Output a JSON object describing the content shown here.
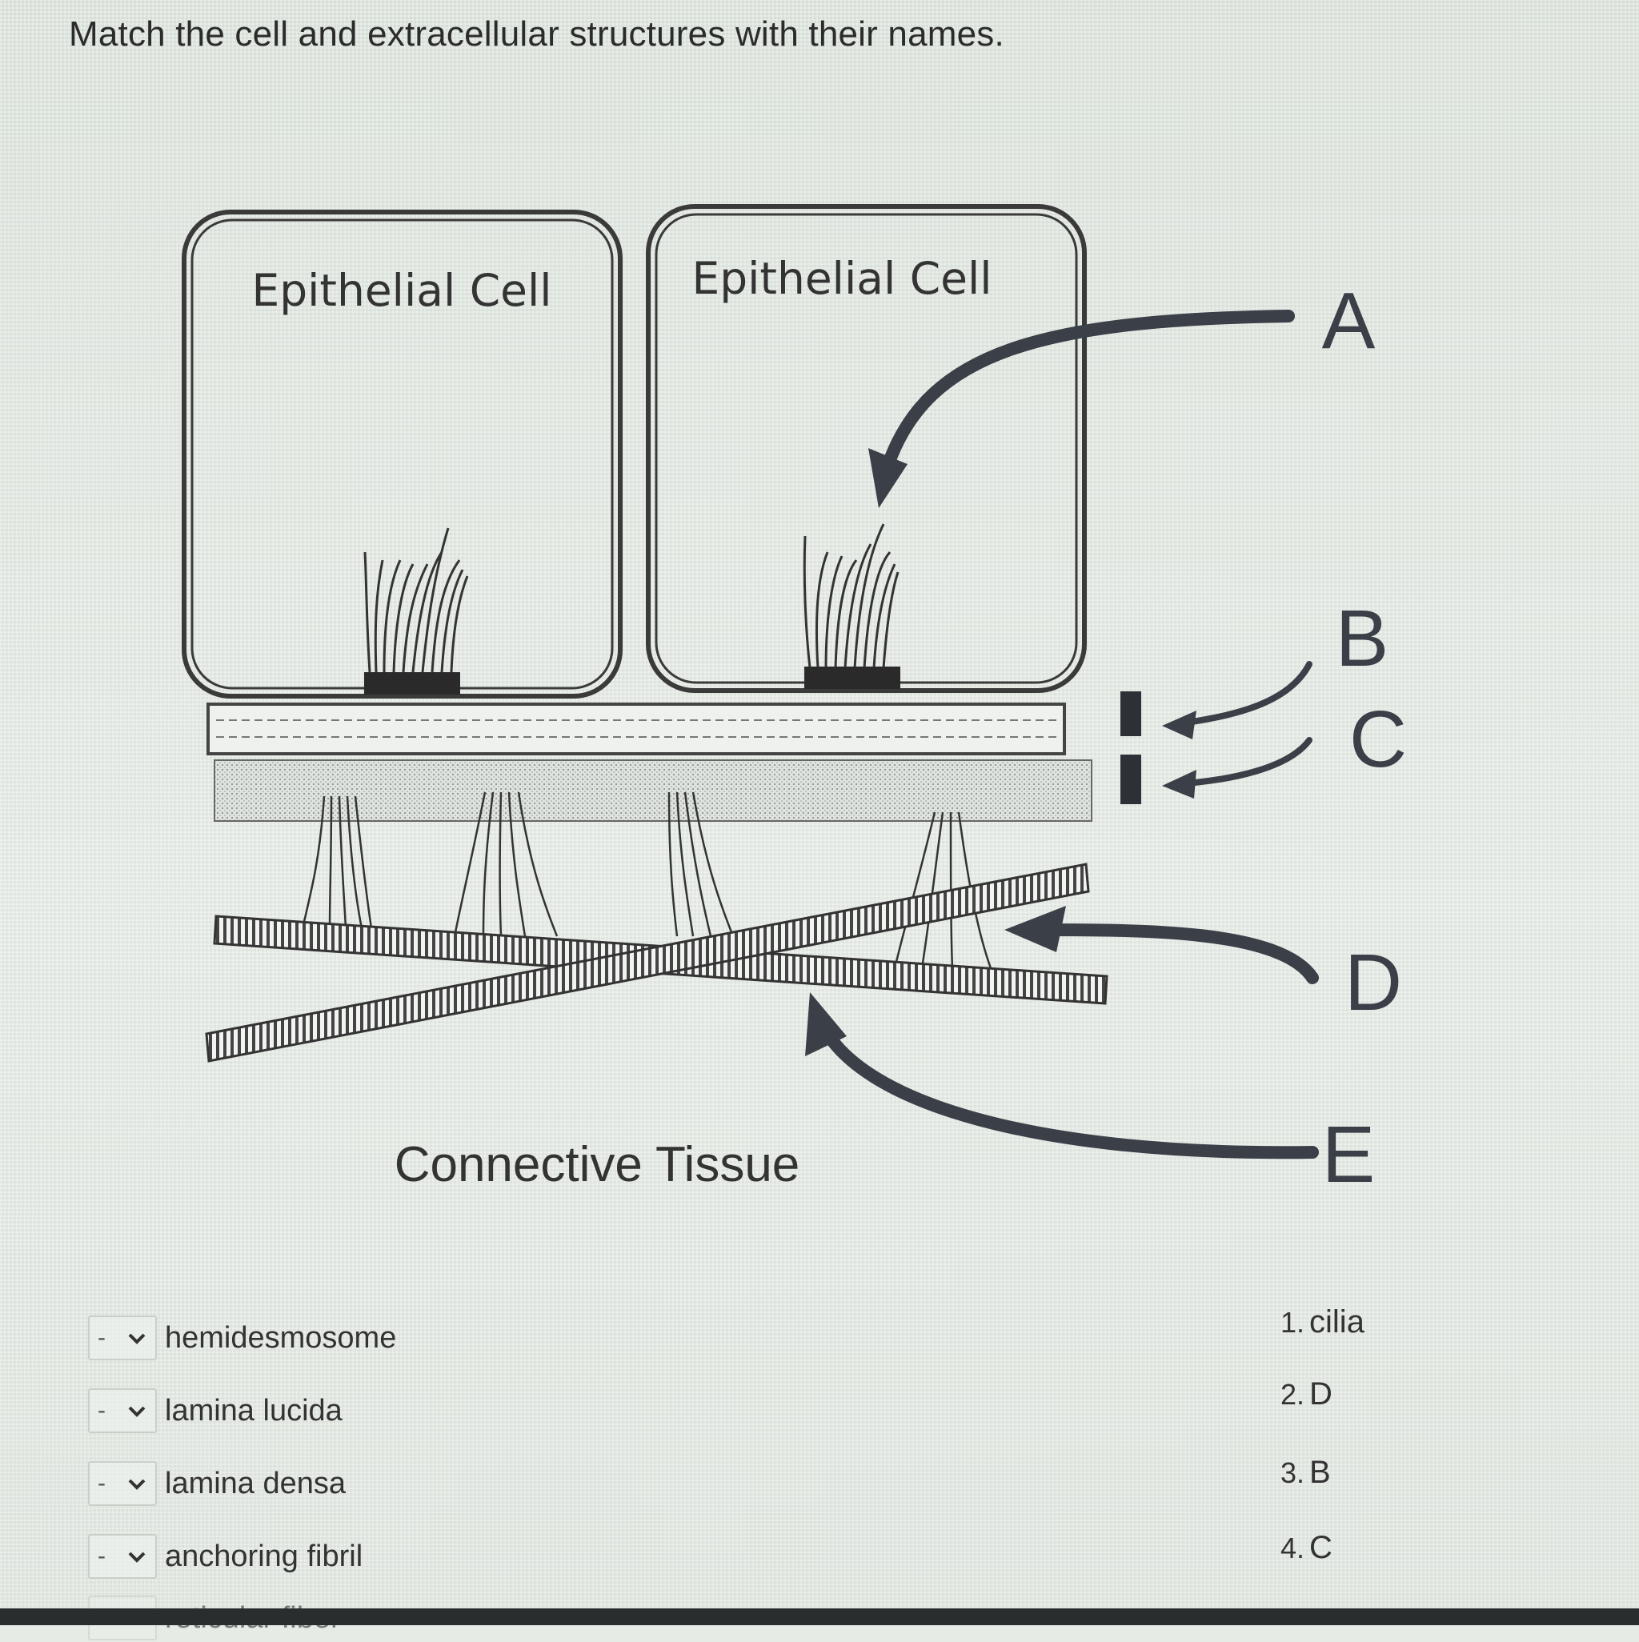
{
  "question": "Match the cell and extracellular structures with their names.",
  "diagram": {
    "cell_left_label": "Epithelial Cell",
    "cell_right_label": "Epithelial Cell",
    "connective_label": "Connective Tissue",
    "letters": [
      "A",
      "B",
      "C",
      "D",
      "E"
    ]
  },
  "match_items": [
    {
      "selected": "-",
      "term": "hemidesmosome"
    },
    {
      "selected": "-",
      "term": "lamina lucida"
    },
    {
      "selected": "-",
      "term": "lamina densa"
    },
    {
      "selected": "-",
      "term": "anchoring fibril"
    },
    {
      "selected": "",
      "term": "reticular fiber"
    }
  ],
  "answers": [
    {
      "num": "1.",
      "text": "cilia"
    },
    {
      "num": "2.",
      "text": "D"
    },
    {
      "num": "3.",
      "text": "B"
    },
    {
      "num": "4.",
      "text": "C"
    }
  ],
  "icons": {
    "dropdown": "chevron-down-icon"
  }
}
